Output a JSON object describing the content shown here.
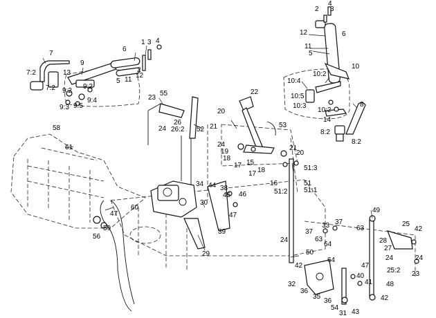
{
  "callouts": [
    {
      "id": "c1",
      "text": "1"
    },
    {
      "id": "c2",
      "text": "2"
    },
    {
      "id": "c3",
      "text": "3"
    },
    {
      "id": "c4",
      "text": "4"
    },
    {
      "id": "c5",
      "text": "5"
    },
    {
      "id": "c6",
      "text": "6"
    },
    {
      "id": "c7",
      "text": "7"
    },
    {
      "id": "c7_2",
      "text": "7:2"
    },
    {
      "id": "c7_2b",
      "text": "7:2"
    },
    {
      "id": "c9",
      "text": "9"
    },
    {
      "id": "c9_2",
      "text": "9:2"
    },
    {
      "id": "c9_2b",
      "text": "9:2"
    },
    {
      "id": "c9_3",
      "text": "9:3"
    },
    {
      "id": "c9_4",
      "text": "9:4"
    },
    {
      "id": "c9_5",
      "text": "9:5"
    },
    {
      "id": "c11",
      "text": "11"
    },
    {
      "id": "c12",
      "text": "12"
    },
    {
      "id": "c13",
      "text": "13"
    },
    {
      "id": "c6b",
      "text": "6"
    },
    {
      "id": "c5b",
      "text": "5"
    },
    {
      "id": "c11b",
      "text": "11"
    },
    {
      "id": "c12b",
      "text": "12"
    },
    {
      "id": "c4b",
      "text": "4"
    },
    {
      "id": "c3b",
      "text": "3"
    },
    {
      "id": "c2b",
      "text": "2"
    },
    {
      "id": "c10",
      "text": "10"
    },
    {
      "id": "c10_2",
      "text": "10:2"
    },
    {
      "id": "c10_4",
      "text": "10:4"
    },
    {
      "id": "c10_5",
      "text": "10:5"
    },
    {
      "id": "c10_3",
      "text": "10:3"
    },
    {
      "id": "c10_2b",
      "text": "10:2"
    },
    {
      "id": "c8",
      "text": "8"
    },
    {
      "id": "c14",
      "text": "14"
    },
    {
      "id": "c8_2",
      "text": "8:2"
    },
    {
      "id": "c8_2b",
      "text": "8:2"
    },
    {
      "id": "c22",
      "text": "22"
    },
    {
      "id": "c23",
      "text": "23"
    },
    {
      "id": "c55",
      "text": "55"
    },
    {
      "id": "c24",
      "text": "24"
    },
    {
      "id": "c26",
      "text": "26"
    },
    {
      "id": "c26_2",
      "text": "26:2"
    },
    {
      "id": "c52",
      "text": "52"
    },
    {
      "id": "c20",
      "text": "20"
    },
    {
      "id": "c21",
      "text": "21"
    },
    {
      "id": "c53",
      "text": "53"
    },
    {
      "id": "c58",
      "text": "58"
    },
    {
      "id": "c61",
      "text": "61"
    },
    {
      "id": "c24b",
      "text": "24"
    },
    {
      "id": "c19",
      "text": "19"
    },
    {
      "id": "c18",
      "text": "18"
    },
    {
      "id": "c17",
      "text": "17"
    },
    {
      "id": "c15",
      "text": "15"
    },
    {
      "id": "c17b",
      "text": "17"
    },
    {
      "id": "c18b",
      "text": "18"
    },
    {
      "id": "c16",
      "text": "16"
    },
    {
      "id": "c21b",
      "text": "21"
    },
    {
      "id": "c20b",
      "text": "20"
    },
    {
      "id": "c51_3",
      "text": "51:3"
    },
    {
      "id": "c51_2",
      "text": "51:2"
    },
    {
      "id": "c51",
      "text": "51"
    },
    {
      "id": "c51_1",
      "text": "51:1"
    },
    {
      "id": "c34",
      "text": "34"
    },
    {
      "id": "c44",
      "text": "44"
    },
    {
      "id": "c38",
      "text": "38"
    },
    {
      "id": "c45",
      "text": "45"
    },
    {
      "id": "c46",
      "text": "46"
    },
    {
      "id": "c30",
      "text": "30"
    },
    {
      "id": "c47",
      "text": "47"
    },
    {
      "id": "c39",
      "text": "39"
    },
    {
      "id": "c60",
      "text": "60"
    },
    {
      "id": "c47b",
      "text": "47"
    },
    {
      "id": "c59",
      "text": "59"
    },
    {
      "id": "c56",
      "text": "56"
    },
    {
      "id": "c29",
      "text": "29"
    },
    {
      "id": "c49",
      "text": "49"
    },
    {
      "id": "c33",
      "text": "33"
    },
    {
      "id": "c37",
      "text": "37"
    },
    {
      "id": "c37b",
      "text": "37"
    },
    {
      "id": "c63",
      "text": "63"
    },
    {
      "id": "c63b",
      "text": "63"
    },
    {
      "id": "c64",
      "text": "64"
    },
    {
      "id": "c25",
      "text": "25"
    },
    {
      "id": "c42",
      "text": "42"
    },
    {
      "id": "c28",
      "text": "28"
    },
    {
      "id": "c27",
      "text": "27"
    },
    {
      "id": "c24c",
      "text": "24"
    },
    {
      "id": "c24d",
      "text": "24"
    },
    {
      "id": "c24e",
      "text": "24"
    },
    {
      "id": "c50",
      "text": "50"
    },
    {
      "id": "c64b",
      "text": "64"
    },
    {
      "id": "c42b",
      "text": "42"
    },
    {
      "id": "c47c",
      "text": "47"
    },
    {
      "id": "c25_2",
      "text": "25:2"
    },
    {
      "id": "c23b",
      "text": "23"
    },
    {
      "id": "c40",
      "text": "40"
    },
    {
      "id": "c41",
      "text": "41"
    },
    {
      "id": "c48",
      "text": "48"
    },
    {
      "id": "c32",
      "text": "32"
    },
    {
      "id": "c36",
      "text": "36"
    },
    {
      "id": "c35",
      "text": "35"
    },
    {
      "id": "c36b",
      "text": "36"
    },
    {
      "id": "c54",
      "text": "54"
    },
    {
      "id": "c31",
      "text": "31"
    },
    {
      "id": "c43",
      "text": "43"
    },
    {
      "id": "c42c",
      "text": "42"
    }
  ]
}
